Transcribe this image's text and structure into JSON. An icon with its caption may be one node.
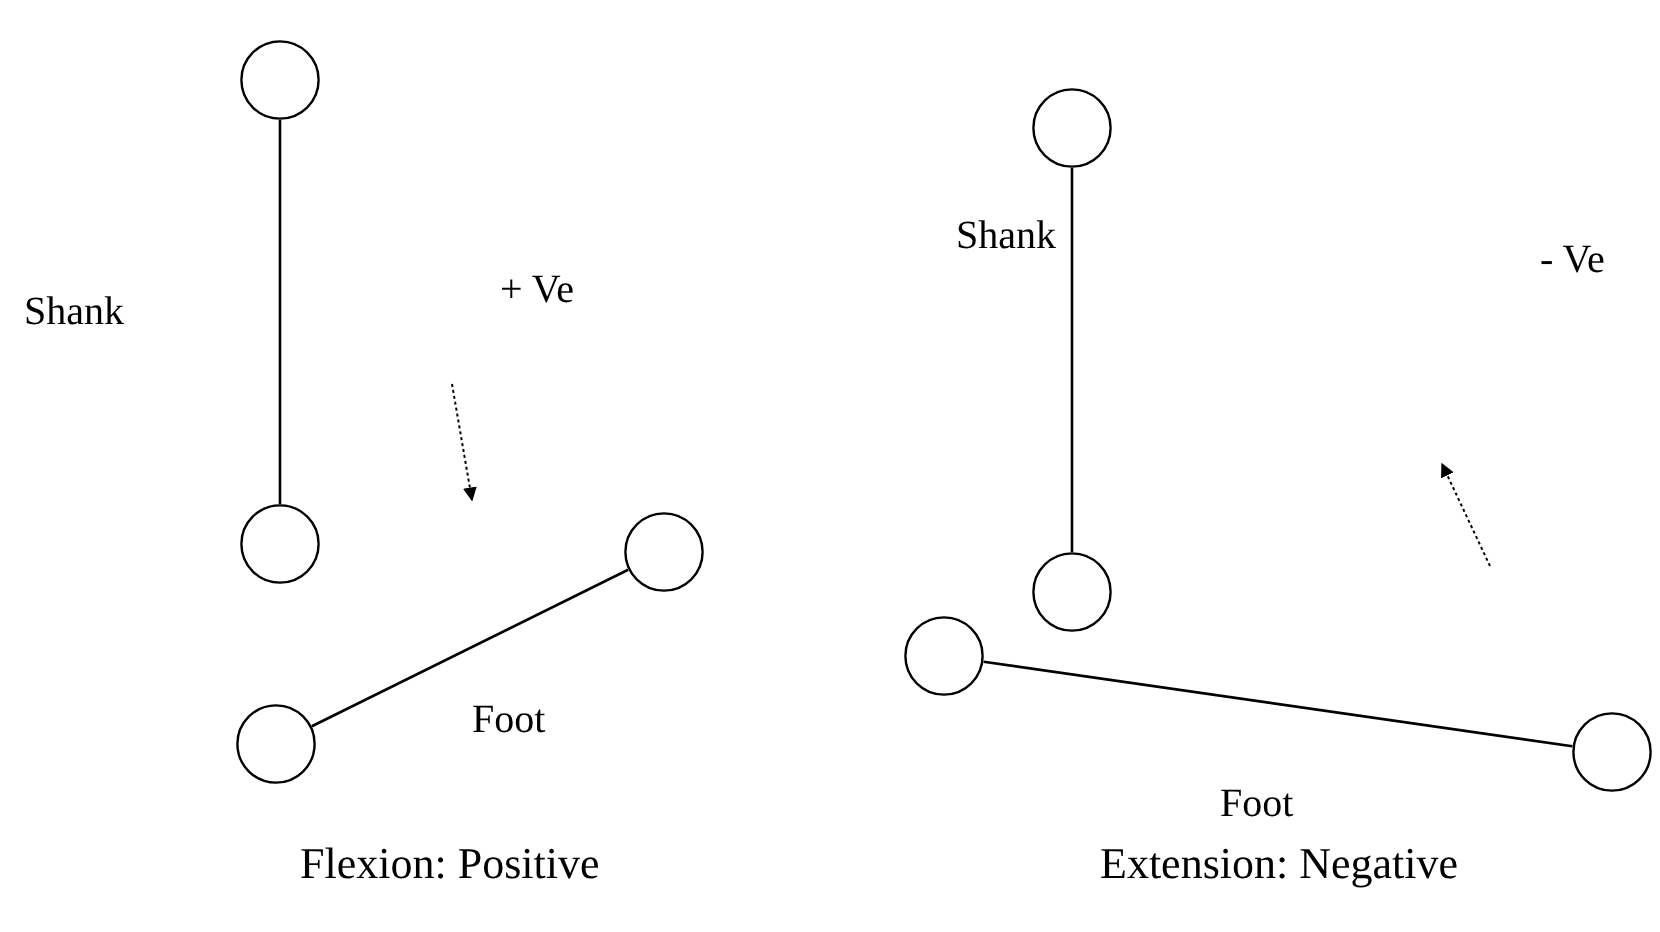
{
  "diagram": {
    "nodes": [
      {
        "text": [],
        "shape": "circle"
      },
      {
        "text": [],
        "shape": "circle"
      },
      {
        "text": [],
        "shape": "circle"
      },
      {
        "text": [],
        "shape": "circle"
      },
      {
        "text": [],
        "shape": "circle"
      },
      {
        "text": [],
        "shape": "circle"
      },
      {
        "text": [],
        "shape": "circle"
      },
      {
        "text": [],
        "shape": "circle"
      }
    ],
    "edges": [
      {
        "from": 0,
        "to": 1,
        "arrow": "none"
      },
      {
        "from": 2,
        "to": 3,
        "arrow": "none"
      },
      {
        "from": 4,
        "to": 5,
        "arrow": "none"
      },
      {
        "from": 6,
        "to": 7,
        "arrow": "none"
      }
    ],
    "labels": [
      "Shank",
      "+ Ve",
      "Foot",
      "Flexion: Positive",
      "Shank",
      "- Ve",
      "Foot",
      "Extension: Negative"
    ]
  }
}
